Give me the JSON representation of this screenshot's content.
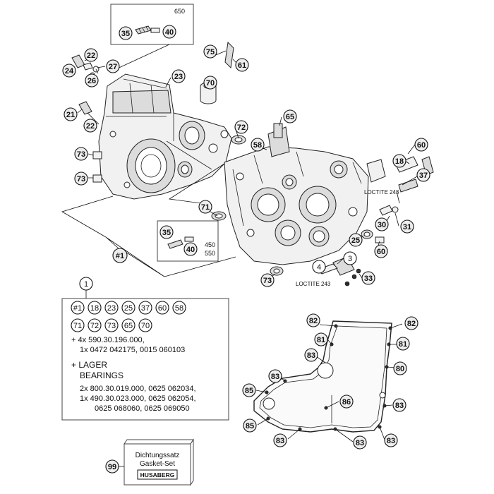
{
  "box_650": {
    "label": "650",
    "parts": [
      "35",
      "40"
    ]
  },
  "box_450_550": {
    "label_line1": "450",
    "label_line2": "550",
    "parts": [
      "35",
      "40"
    ]
  },
  "loctite_upper": "LOCTITE 243",
  "loctite_lower": "LOCTITE 243",
  "callouts": {
    "c22a": "22",
    "c24": "24",
    "c26": "26",
    "c27": "27",
    "c23": "23",
    "c21": "21",
    "c22b": "22",
    "c73a": "73",
    "c73b": "73",
    "c75": "75",
    "c61": "61",
    "c70": "70",
    "c72": "72",
    "c65": "65",
    "c58": "58",
    "c60a": "60",
    "c18": "18",
    "c37": "37",
    "c30": "30",
    "c31": "31",
    "c71": "71",
    "c25": "25",
    "c60b": "60",
    "c4": "4",
    "c3": "3",
    "c33": "33",
    "c73c": "73",
    "c1": "1"
  },
  "assembly_label": "#1",
  "kit": {
    "row1": [
      "#1",
      "18",
      "23",
      "25",
      "37",
      "60",
      "58"
    ],
    "row2": [
      "71",
      "72",
      "73",
      "65",
      "70"
    ],
    "screws_line1": "+ 4x 590.30.196.000,",
    "screws_line2": "1x 0472 042175, 0015 060103",
    "bearings_head1": "+ LAGER",
    "bearings_head2": "BEARINGS",
    "bearings_line1": "2x 800.30.019.000, 0625 062034,",
    "bearings_line2": "1x 490.30.023.000, 0625 062054,",
    "bearings_line3": "0625 068060, 0625 069050"
  },
  "gasket_callouts": {
    "g82a": "82",
    "g82b": "82",
    "g81a": "81",
    "g81b": "81",
    "g83a": "83",
    "g80": "80",
    "g83b": "83",
    "g85a": "85",
    "g86": "86",
    "g83c": "83",
    "g85b": "85",
    "g83d": "83",
    "g83e": "83",
    "g83f": "83"
  },
  "gasket_set": {
    "line1": "Dichtungssatz",
    "line2": "Gasket-Set",
    "brand": "HUSABERG",
    "callout": "99"
  }
}
